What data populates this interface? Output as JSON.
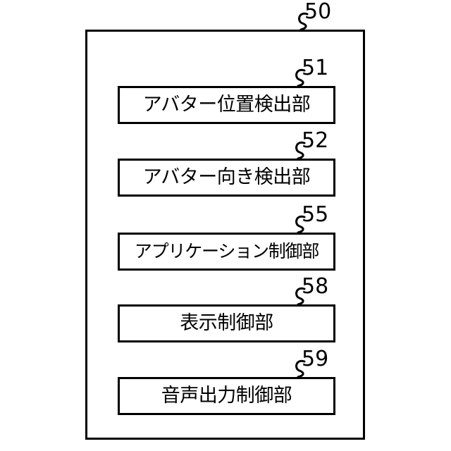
{
  "figure": {
    "type": "patent-block-diagram",
    "background_color": "#ffffff",
    "line_color": "#000000"
  },
  "outer_block": {
    "reference_numeral": "50",
    "leader_icon": "s-hook-leader-icon"
  },
  "components": [
    {
      "reference_numeral": "51",
      "label": "アバター位置検出部",
      "leader_icon": "s-hook-leader-icon"
    },
    {
      "reference_numeral": "52",
      "label": "アバター向き検出部",
      "leader_icon": "s-hook-leader-icon"
    },
    {
      "reference_numeral": "55",
      "label": "アプリケーション制御部",
      "leader_icon": "s-hook-leader-icon"
    },
    {
      "reference_numeral": "58",
      "label": "表示制御部",
      "leader_icon": "s-hook-leader-icon"
    },
    {
      "reference_numeral": "59",
      "label": "音声出力制御部",
      "leader_icon": "s-hook-leader-icon"
    }
  ]
}
